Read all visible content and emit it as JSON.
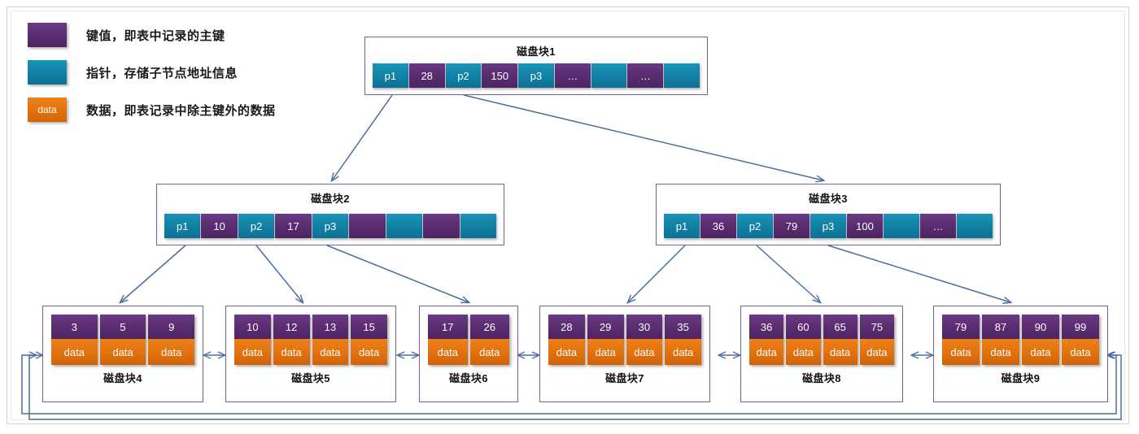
{
  "legend": {
    "items": [
      {
        "icon": "key-swatch",
        "swatch_text": "",
        "color": "#5b2d72",
        "label": "键值，即表中记录的主键"
      },
      {
        "icon": "pointer-swatch",
        "swatch_text": "",
        "color": "#1383a8",
        "label": "指针，存储子节点地址信息"
      },
      {
        "icon": "data-swatch",
        "swatch_text": "data",
        "color": "#e2730e",
        "label": "数据，即表记录中除主键外的数据"
      }
    ]
  },
  "colors": {
    "key_purple": "#5b2d72",
    "pointer_teal": "#1383a8",
    "data_orange": "#e2730e",
    "arrow_blue": "#4a6f9c",
    "node_border": "#7c5f99",
    "frame_border": "#d2d2d2"
  },
  "internal_nodes": [
    {
      "title": "磁盘块1",
      "cells": [
        {
          "type": "ptr",
          "text": "p1"
        },
        {
          "type": "key",
          "text": "28"
        },
        {
          "type": "ptr",
          "text": "p2"
        },
        {
          "type": "key",
          "text": "150"
        },
        {
          "type": "ptr",
          "text": "p3"
        },
        {
          "type": "key",
          "text": "…"
        },
        {
          "type": "ptr",
          "text": ""
        },
        {
          "type": "key",
          "text": "…"
        },
        {
          "type": "ptr",
          "text": ""
        }
      ]
    },
    {
      "title": "磁盘块2",
      "cells": [
        {
          "type": "ptr",
          "text": "p1"
        },
        {
          "type": "key",
          "text": "10"
        },
        {
          "type": "ptr",
          "text": "p2"
        },
        {
          "type": "key",
          "text": "17"
        },
        {
          "type": "ptr",
          "text": "p3"
        },
        {
          "type": "key",
          "text": ""
        },
        {
          "type": "ptr",
          "text": ""
        },
        {
          "type": "key",
          "text": ""
        },
        {
          "type": "ptr",
          "text": ""
        }
      ]
    },
    {
      "title": "磁盘块3",
      "cells": [
        {
          "type": "ptr",
          "text": "p1"
        },
        {
          "type": "key",
          "text": "36"
        },
        {
          "type": "ptr",
          "text": "p2"
        },
        {
          "type": "key",
          "text": "79"
        },
        {
          "type": "ptr",
          "text": "p3"
        },
        {
          "type": "key",
          "text": "100"
        },
        {
          "type": "ptr",
          "text": ""
        },
        {
          "type": "key",
          "text": "…"
        },
        {
          "type": "ptr",
          "text": ""
        }
      ]
    }
  ],
  "leaf_nodes": [
    {
      "title": "磁盘块4",
      "keys": [
        "3",
        "5",
        "9"
      ],
      "data_label": "data"
    },
    {
      "title": "磁盘块5",
      "keys": [
        "10",
        "12",
        "13",
        "15"
      ],
      "data_label": "data"
    },
    {
      "title": "磁盘块6",
      "keys": [
        "17",
        "26"
      ],
      "data_label": "data"
    },
    {
      "title": "磁盘块7",
      "keys": [
        "28",
        "29",
        "30",
        "35"
      ],
      "data_label": "data"
    },
    {
      "title": "磁盘块8",
      "keys": [
        "36",
        "60",
        "65",
        "75"
      ],
      "data_label": "data"
    },
    {
      "title": "磁盘块9",
      "keys": [
        "79",
        "87",
        "90",
        "99"
      ],
      "data_label": "data"
    }
  ]
}
